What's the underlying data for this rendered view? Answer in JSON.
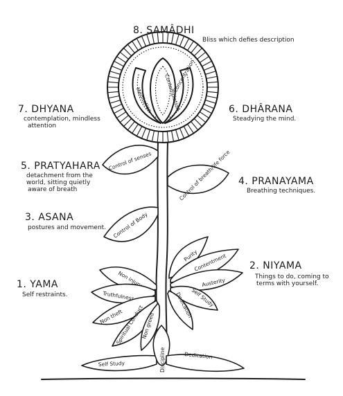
{
  "stages": {
    "samadhi": {
      "title": "8. SAMÂDHI",
      "desc": "Bliss which defies description"
    },
    "dhyana": {
      "title": "7. DHYANA",
      "desc1": "contemplation, mindless",
      "desc2": "attention"
    },
    "dharana": {
      "title": "6. DHÂRANA",
      "desc": "Steadying the mind."
    },
    "pratyahara": {
      "title": "5. PRATYAHARA",
      "desc1": "detachment from the",
      "desc2": "world, sitting quietly",
      "desc3": "aware of breath"
    },
    "pranayama": {
      "title": "4. PRANAYAMA",
      "desc": "Breathing techniques."
    },
    "asana": {
      "title": "3. ASANA",
      "desc": "postures and movement."
    },
    "niyama": {
      "title": "2. NIYAMA",
      "desc1": "Things to do, coming to",
      "desc2": "terms with yourself."
    },
    "yama": {
      "title": "1. YAMA",
      "desc": "Self restraints."
    }
  },
  "flower": {
    "contemplation": "Contemplation",
    "meditation": "Meditation",
    "concentration": "Concentration"
  },
  "leaves": {
    "control_senses": "Control of senses",
    "control_breath": "Control of breath/life force",
    "control_body": "Control of Body",
    "purity": "Purity",
    "contentment": "Contentment",
    "austerity": "Austerity",
    "self_study": "Self Study",
    "dedication": "Dedication",
    "non_injury": "Non injury",
    "truthfulness": "Truthfulness",
    "non_theft": "Non theft",
    "spiritual_conduct": "Spiritual Conduct",
    "non_greed": "Non greed",
    "ground_self_study": "Self Study",
    "ground_discipline": "Discipline",
    "ground_dedication": "Dedication"
  }
}
